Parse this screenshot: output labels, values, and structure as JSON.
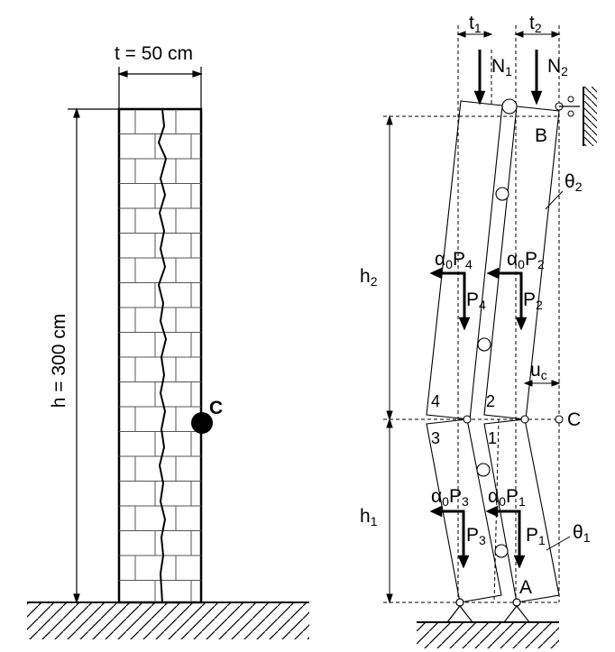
{
  "left_wall": {
    "thickness_label": "t = 50 cm",
    "height_label": "h = 300 cm",
    "point_label": "C"
  },
  "mechanism": {
    "t1": {
      "main": "t",
      "sub": "1"
    },
    "t2": {
      "main": "t",
      "sub": "2"
    },
    "N1": {
      "main": "N",
      "sub": "1"
    },
    "N2": {
      "main": "N",
      "sub": "2"
    },
    "B": "B",
    "theta2": {
      "main": "θ",
      "sub": "2"
    },
    "theta1": {
      "main": "θ",
      "sub": "1"
    },
    "h2": {
      "main": "h",
      "sub": "2"
    },
    "h1": {
      "main": "h",
      "sub": "1"
    },
    "aP4": {
      "a": "α",
      "a_sub": "0",
      "p": "P",
      "p_sub": "4"
    },
    "aP2": {
      "a": "α",
      "a_sub": "0",
      "p": "P",
      "p_sub": "2"
    },
    "P4": {
      "main": "P",
      "sub": "4"
    },
    "P2": {
      "main": "P",
      "sub": "2"
    },
    "uc": {
      "main": "u",
      "sub": "c"
    },
    "C": "C",
    "A": "A",
    "blocks": [
      "4",
      "2",
      "3",
      "1"
    ],
    "aP3": {
      "a": "α",
      "a_sub": "0",
      "p": "P",
      "p_sub": "3"
    },
    "aP1": {
      "a": "α",
      "a_sub": "0",
      "p": "P",
      "p_sub": "1"
    },
    "P3": {
      "main": "P",
      "sub": "3"
    },
    "P1": {
      "main": "P",
      "sub": "1"
    }
  }
}
